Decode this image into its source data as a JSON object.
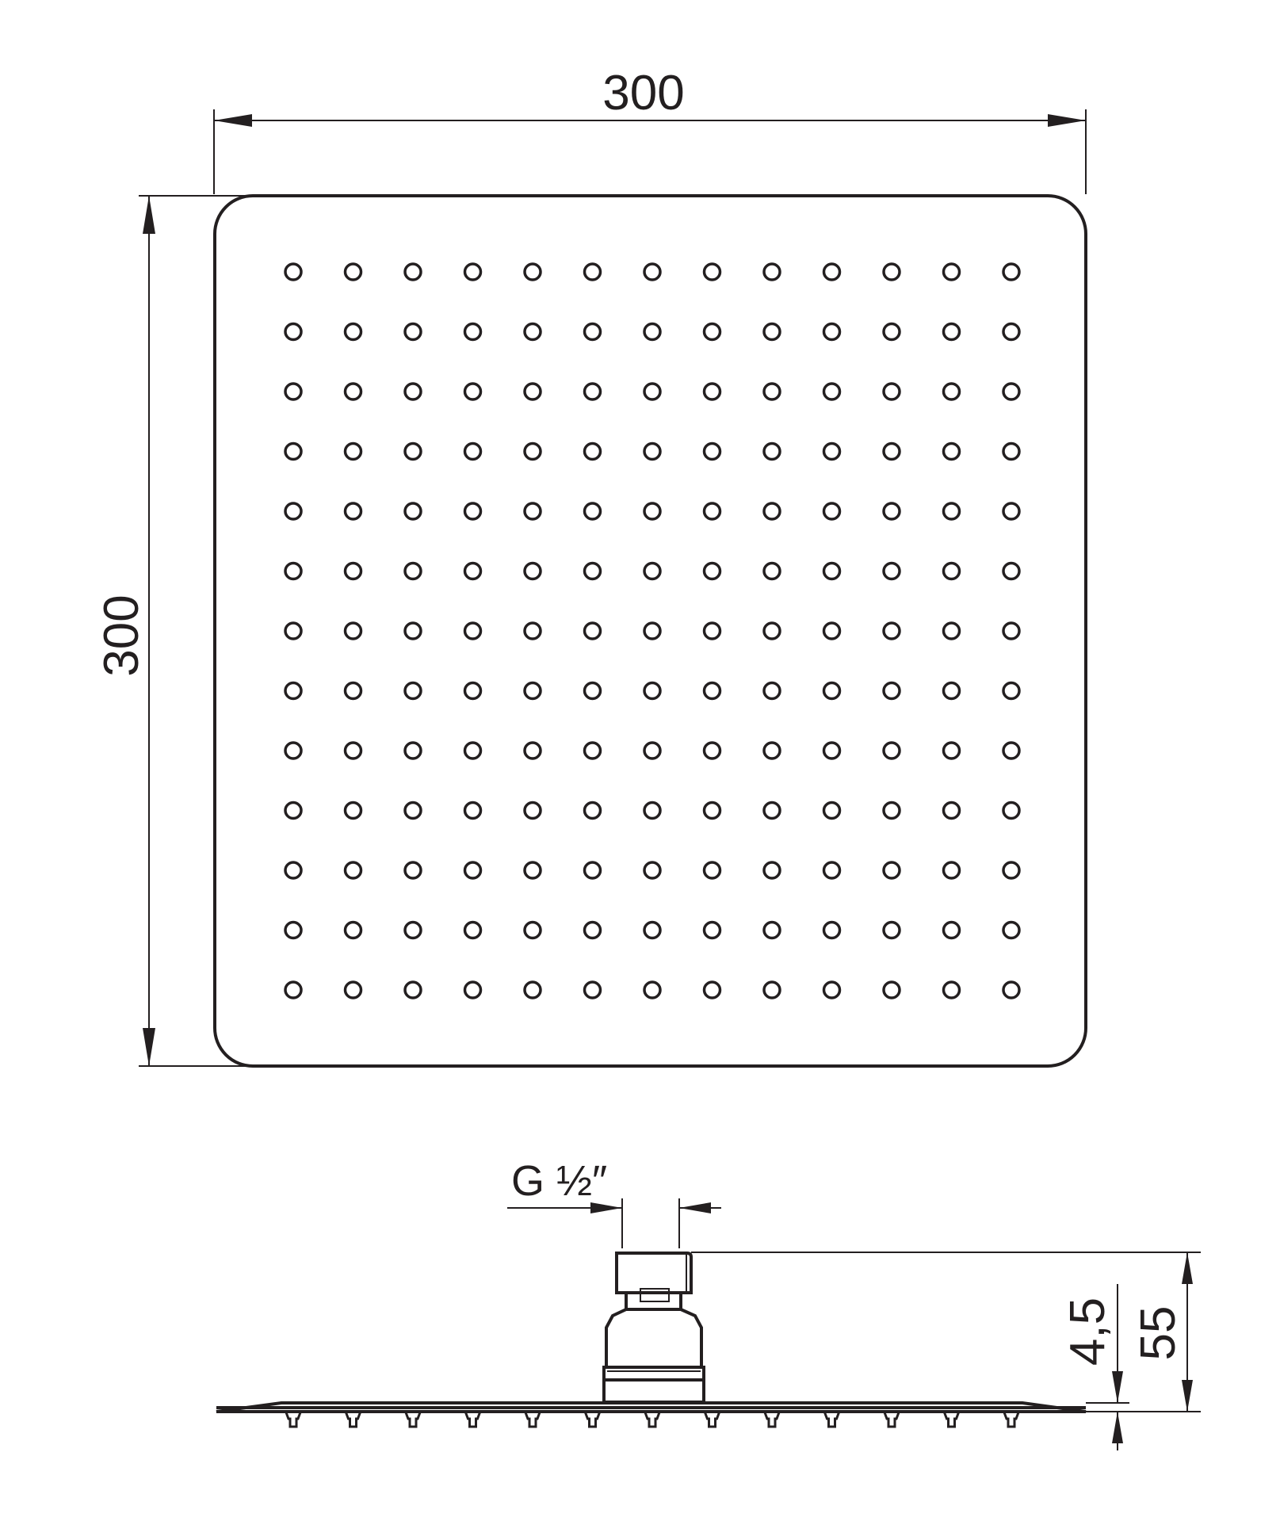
{
  "dimensions": {
    "width_label": "300",
    "height_label": "300",
    "thread_label": "G ½″",
    "plate_thickness_label": "4,5",
    "total_height_label": "55"
  },
  "nozzle_grid": {
    "rows": 13,
    "cols": 13
  },
  "side_view": {
    "nozzle_count": 13
  }
}
